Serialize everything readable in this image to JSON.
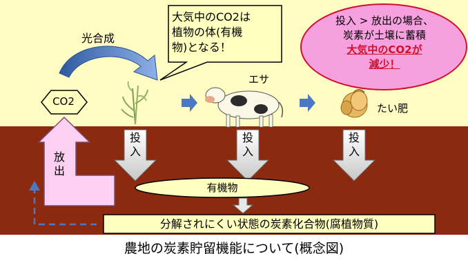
{
  "photosynthesis_label": "光合成",
  "callout": {
    "lines": [
      "大気中のCO2は",
      "植物の体(有機",
      "物)となる！"
    ]
  },
  "ellipse_note": {
    "line1": "投入 > 放出の場合、",
    "line2": "炭素が土壌に蓄積",
    "emphasis_line1": "大気中のCO2が",
    "emphasis_line2": "減少！"
  },
  "co2_label": "CO2",
  "feed_label": "エサ",
  "compost_label": "たい肥",
  "release_label": "放出",
  "input_label": "投入",
  "organic_matter_label": "有機物",
  "humus_label": "分解されにくい状態の炭素化合物(腐植物質)",
  "caption": "農地の炭素貯留機能について(概念図)",
  "colors": {
    "sky": "#fffdc4",
    "soil": "#8c2a10",
    "box_fill": "#ffffc0",
    "arrow_blue": "#4a78c2",
    "release_arrow": "#fbd0f0",
    "ellipse_fill": "#f6a0e0",
    "ellipse_border": "#d0102a",
    "highlight_text": "#d0102a",
    "input_arrow": "#e8e8e8"
  },
  "icons": [
    "plant-icon",
    "cow-icon",
    "compost-bag-icon"
  ]
}
